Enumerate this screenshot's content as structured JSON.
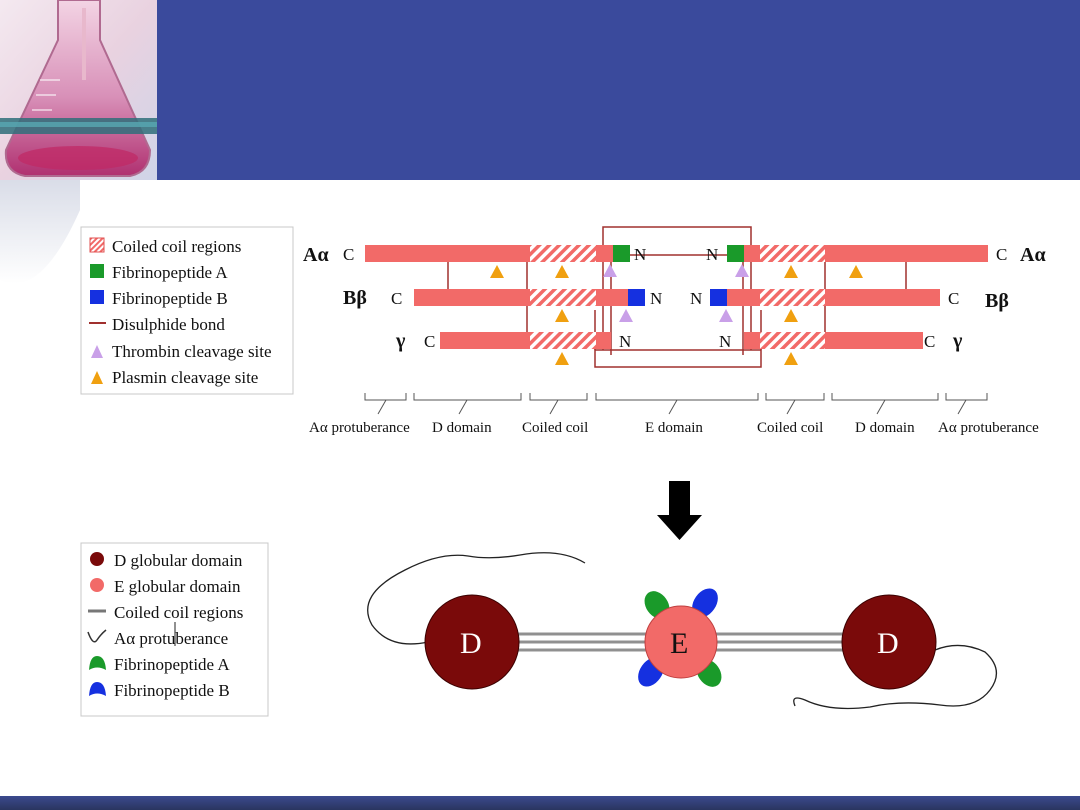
{
  "legend_top": [
    {
      "icon": "hatched-square-icon",
      "label": "Coiled coil regions"
    },
    {
      "icon": "green-square-icon",
      "label": "Fibrinopeptide A"
    },
    {
      "icon": "blue-square-icon",
      "label": "Fibrinopeptide B"
    },
    {
      "icon": "dash-line-icon",
      "label": "Disulphide bond"
    },
    {
      "icon": "purple-triangle-icon",
      "label": "Thrombin cleavage site"
    },
    {
      "icon": "orange-triangle-icon",
      "label": "Plasmin cleavage site"
    }
  ],
  "chains": {
    "a_alpha": "Aα",
    "b_beta": "Bβ",
    "gamma": "γ",
    "c_terminal": "C",
    "n_terminal": "N"
  },
  "regions": [
    "Aα protuberance",
    "D domain",
    "Coiled coil",
    "E domain",
    "Coiled coil",
    "D domain",
    "Aα protuberance"
  ],
  "legend_bottom": [
    {
      "icon": "dark-red-circle-icon",
      "label": "D globular domain"
    },
    {
      "icon": "red-circle-icon",
      "label": "E globular domain"
    },
    {
      "icon": "gray-line-icon",
      "label": "Coiled coil regions"
    },
    {
      "icon": "wavy-line-icon",
      "label": "Aα protuberance"
    },
    {
      "icon": "green-blob-icon",
      "label": "Fibrinopeptide A"
    },
    {
      "icon": "blue-blob-icon",
      "label": "Fibrinopeptide B"
    }
  ],
  "domains": {
    "d_label": "D",
    "e_label": "E"
  },
  "colors": {
    "banner": "#3a4a9c",
    "chain": "#f26a68",
    "fibrinopeptide_a": "#1a9a2a",
    "fibrinopeptide_b": "#1530e0",
    "disulphide": "#a0302e",
    "thrombin": "#c9a0e8",
    "plasmin": "#f0a010",
    "d_domain": "#7a0a0a",
    "e_domain": "#f26a68"
  }
}
